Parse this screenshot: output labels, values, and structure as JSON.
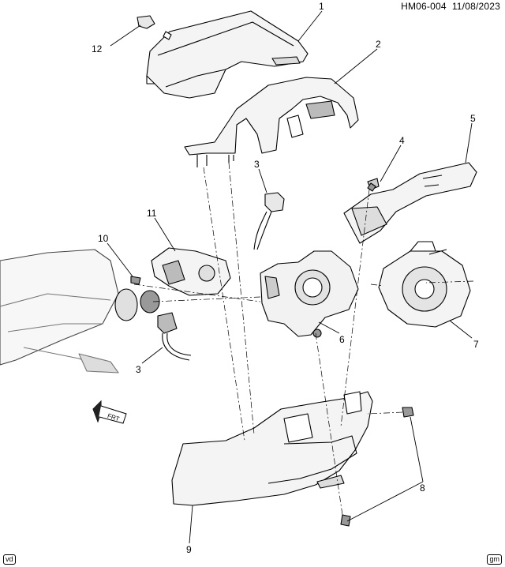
{
  "header": {
    "doc_id": "HM06-004",
    "date": "11/08/2023"
  },
  "callouts": [
    "1",
    "2",
    "3",
    "4",
    "5",
    "6",
    "7",
    "8",
    "9",
    "10",
    "11",
    "12",
    "3"
  ],
  "front_arrow_text": "FRT",
  "corner_left": "vd",
  "corner_right": "gm",
  "colors": {
    "line": "#000000",
    "fill": "#ffffff",
    "shade": "#d8d8d8"
  }
}
